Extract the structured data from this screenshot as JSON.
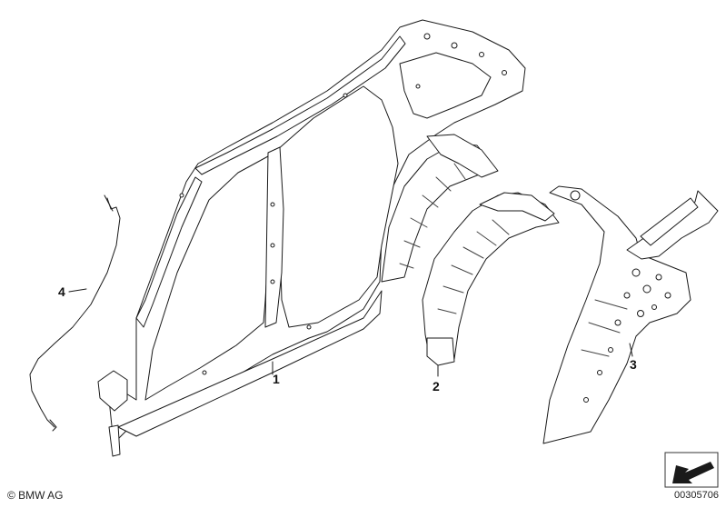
{
  "callouts": {
    "part_1": "1",
    "part_2": "2",
    "part_3": "3",
    "part_4": "4"
  },
  "footer": {
    "copyright": "© BMW AG",
    "diagram_number": "00305706"
  },
  "colors": {
    "line": "#1a1a1a",
    "fill": "#ffffff",
    "hatch": "#444444"
  }
}
